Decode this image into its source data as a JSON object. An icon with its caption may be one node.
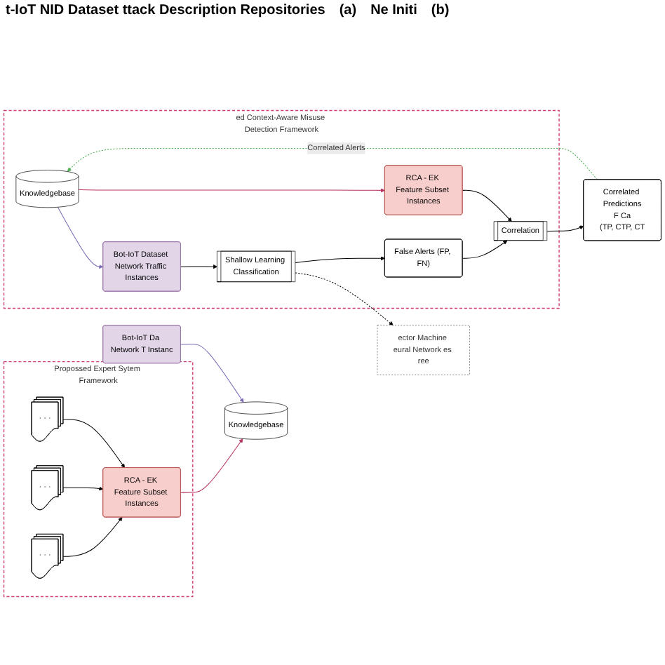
{
  "diagram": {
    "nodes": [
      {
        "text": [
          "Propossed Expert Sytem Framework"
        ]
      },
      {
        "text": [
          "· · ·"
        ],
        "in": 0
      },
      {
        "text": [
          "· · ·"
        ],
        "in": 0
      },
      {
        "text": [
          "· · ·"
        ],
        "in": 0
      },
      {
        "text": [
          "RCA - EK Feature Subset Instances"
        ],
        "in": 0
      },
      {
        "text": [
          "Knowledgebase"
        ]
      },
      {
        "text": [
          "Bot-IoT Da Network T Instanc"
        ]
      },
      {
        "text": [
          "ed Context-Aware Misuse Detection Framework"
        ]
      },
      {
        "text": [
          "Knowledgebase"
        ],
        "in": 7
      },
      {
        "text": [
          "Bot-IoT Dataset Network Traffic Instances"
        ],
        "in": 7
      },
      {
        "text": [
          "RCA - EK Feature Subset Instances"
        ],
        "in": 7
      },
      {
        "text": [
          "Shallow Learning Classification"
        ],
        "in": 7
      },
      {
        "text": [
          "False Alerts (FP, FN)"
        ],
        "in": 7
      },
      {
        "text": [
          "Correlation"
        ],
        "in": 7
      },
      {
        "text": [
          "ector Machine eural Network es ree"
        ]
      },
      {
        "text": [
          "Correlated Predictions",
          "F Ca",
          "(TP, CTP, CT"
        ]
      }
    ],
    "edges": [
      {
        "from": 1,
        "to": 4,
        "arrow": "to"
      },
      {
        "from": 2,
        "to": 4,
        "arrow": "to"
      },
      {
        "from": 3,
        "to": 4,
        "arrow": "to"
      },
      {
        "from": 4,
        "to": 5,
        "arrow": "to",
        "color": "#b83263"
      },
      {
        "from": 6,
        "to": 5,
        "arrow": "to",
        "color": "#7e6bb5"
      },
      {
        "from": 8,
        "to": 9,
        "arrow": "to",
        "color": "#7e6bb5"
      },
      {
        "from": 8,
        "to": 10,
        "arrow": "to",
        "color": "#b83263"
      },
      {
        "from": 9,
        "to": 11,
        "arrow": "to"
      },
      {
        "from": 11,
        "to": 12,
        "arrow": "to"
      },
      {
        "from": 12,
        "to": 13,
        "arrow": "to"
      },
      {
        "from": 10,
        "to": 13,
        "arrow": "to"
      },
      {
        "from": 13,
        "to": 15,
        "arrow": "to"
      },
      {
        "from": 15,
        "to": 8,
        "arrow": "to",
        "label": "Correlated Alerts",
        "style": "dashed",
        "color": "#4caf50"
      },
      {
        "from": 11,
        "to": 14,
        "arrow": "to",
        "style": "dashed"
      }
    ],
    "labels": [
      "t-IoT NID Dataset ttack Description Repositories",
      "(a)",
      "Ne Initi",
      "(b)"
    ]
  }
}
